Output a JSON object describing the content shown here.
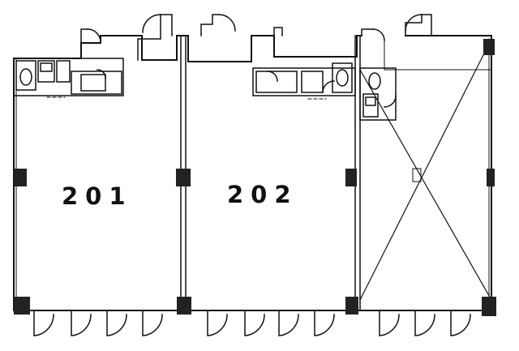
{
  "units": [
    {
      "id": "unit-201",
      "label": "201"
    },
    {
      "id": "unit-202",
      "label": "202"
    }
  ],
  "colors": {
    "line": "#111111",
    "column": "#222222",
    "background": "#ffffff"
  }
}
